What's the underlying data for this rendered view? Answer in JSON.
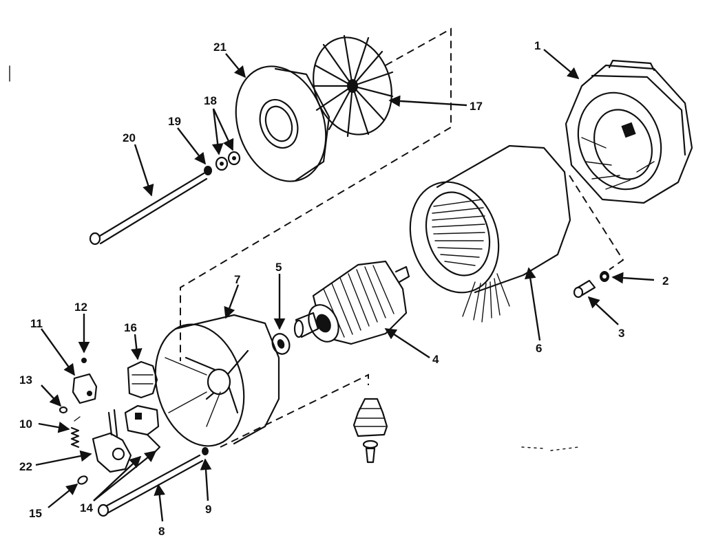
{
  "diagram": {
    "callouts": [
      {
        "id": "part-1",
        "label": "1"
      },
      {
        "id": "part-2",
        "label": "2"
      },
      {
        "id": "part-3",
        "label": "3"
      },
      {
        "id": "part-4",
        "label": "4"
      },
      {
        "id": "part-5",
        "label": "5"
      },
      {
        "id": "part-6",
        "label": "6"
      },
      {
        "id": "part-7",
        "label": "7"
      },
      {
        "id": "part-8",
        "label": "8"
      },
      {
        "id": "part-9",
        "label": "9"
      },
      {
        "id": "part-10",
        "label": "10"
      },
      {
        "id": "part-11",
        "label": "11"
      },
      {
        "id": "part-12",
        "label": "12"
      },
      {
        "id": "part-13",
        "label": "13"
      },
      {
        "id": "part-14",
        "label": "14"
      },
      {
        "id": "part-15",
        "label": "15"
      },
      {
        "id": "part-16",
        "label": "16"
      },
      {
        "id": "part-17",
        "label": "17"
      },
      {
        "id": "part-18",
        "label": "18"
      },
      {
        "id": "part-19",
        "label": "19"
      },
      {
        "id": "part-20",
        "label": "20"
      },
      {
        "id": "part-21",
        "label": "21"
      },
      {
        "id": "part-22",
        "label": "22"
      }
    ],
    "colors": {
      "ink": "#111111",
      "paper": "#ffffff"
    }
  }
}
